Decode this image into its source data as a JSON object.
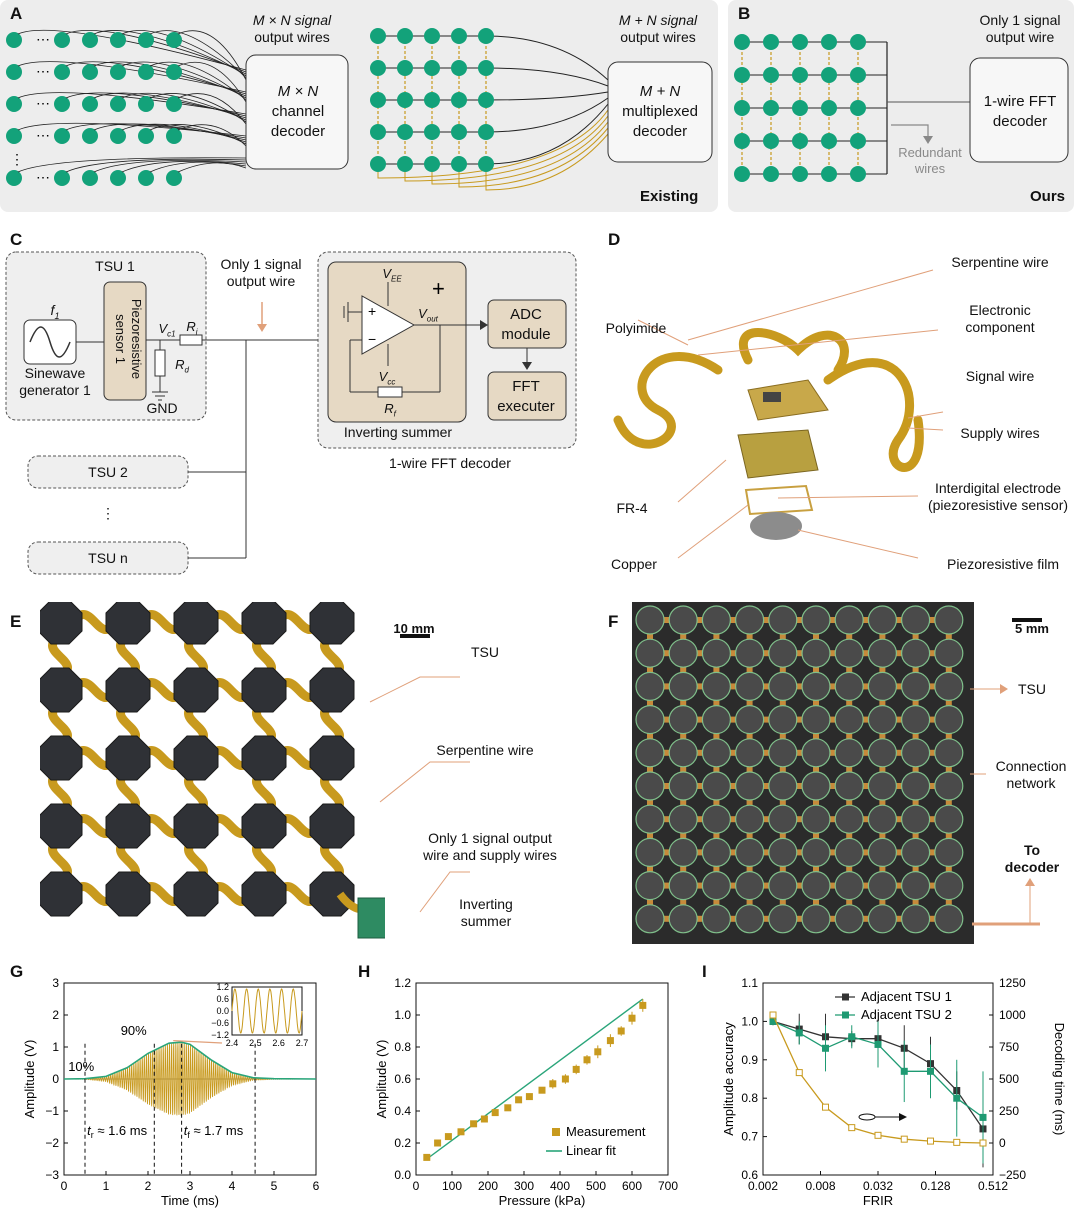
{
  "panels": {
    "A": {
      "letter": "A",
      "grid_label_1": "M × N signal",
      "grid_label_1b": "output wires",
      "box1": [
        "M × N",
        "channel",
        "decoder"
      ],
      "grid_label_2": "M + N signal",
      "grid_label_2b": "output wires",
      "box2": [
        "M + N",
        "multiplexed",
        "decoder"
      ],
      "tag": "Existing"
    },
    "B": {
      "letter": "B",
      "label": "Only 1 signal",
      "label_b": "output wire",
      "box": [
        "1-wire FFT",
        "decoder"
      ],
      "redundant": "Redundant",
      "redundant_b": "wires",
      "tag": "Ours"
    },
    "C": {
      "letter": "C",
      "tsu1": "TSU 1",
      "f1": "f",
      "f1_sub": "1",
      "sine": "Sinewave",
      "sine_b": "generator 1",
      "sensor": "Piezoresistive",
      "sensor_b": "sensor 1",
      "vc1": "V",
      "vc1_sub": "c1",
      "ri": "R",
      "ri_sub": "i",
      "rd": "R",
      "rd_sub": "d",
      "gnd": "GND",
      "only1": "Only 1 signal",
      "only1_b": "output wire",
      "vee": "V",
      "vee_sub": "EE",
      "vout": "V",
      "vout_sub": "out",
      "vcc": "V",
      "vcc_sub": "cc",
      "rf": "R",
      "rf_sub": "f",
      "adc": "ADC",
      "adc_b": "module",
      "fft": "FFT",
      "fft_b": "executer",
      "inv": "Inverting summer",
      "decoder": "1-wire FFT decoder",
      "tsu2": "TSU 2",
      "dots": "⋮",
      "tsun": "TSU n"
    },
    "D": {
      "letter": "D",
      "serp": "Serpentine wire",
      "elec": "Electronic",
      "elec_b": "component",
      "poly": "Polyimide",
      "signal": "Signal wire",
      "supply": "Supply wires",
      "fr4": "FR-4",
      "inter": "Interdigital electrode",
      "inter_b": "(piezoresistive sensor)",
      "copper": "Copper",
      "film": "Piezoresistive film"
    },
    "E": {
      "letter": "E",
      "scale": "10 mm",
      "tsu": "TSU",
      "serp": "Serpentine wire",
      "only1": "Only 1 signal output",
      "only1_b": "wire and supply wires",
      "inv": "Inverting",
      "inv_b": "summer"
    },
    "F": {
      "letter": "F",
      "scale": "5 mm",
      "tsu": "TSU",
      "conn": "Connection",
      "conn_b": "network",
      "to": "To",
      "to_b": "decoder"
    },
    "G": {
      "letter": "G",
      "p10": "10%",
      "p90": "90%",
      "tr": "t",
      "tr_sub": "r",
      "tr_val": " ≈ 1.6 ms",
      "tf": "t",
      "tf_sub": "f",
      "tf_val": " ≈ 1.7 ms"
    },
    "H": {
      "letter": "H"
    },
    "I": {
      "letter": "I"
    }
  },
  "colors": {
    "node": "#13a27a",
    "wire": "#222222",
    "gold": "#c89a1e",
    "panel_bg": "#ededed",
    "box_fill": "#e6d9c4",
    "tan": "#dccbb0",
    "green_line": "#2aa57a",
    "orange": "#e0a07a"
  },
  "chart_data": [
    {
      "id": "G",
      "type": "line",
      "xlabel": "Time (ms)",
      "ylabel": "Amplitude (V)",
      "xlim": [
        0,
        6
      ],
      "ylim": [
        -3,
        3
      ],
      "xticks": [
        "0",
        "1",
        "2",
        "3",
        "4",
        "5",
        "6"
      ],
      "yticks": [
        "−3",
        "−2",
        "−1",
        "0",
        "1",
        "2",
        "3"
      ],
      "envelope": {
        "x": [
          0,
          0.5,
          1,
          1.5,
          2,
          2.5,
          2.8,
          3,
          3.5,
          4,
          4.5,
          5,
          6
        ],
        "y": [
          0,
          0.01,
          0.08,
          0.35,
          0.8,
          1.12,
          1.15,
          1.08,
          0.6,
          0.2,
          0.04,
          0.01,
          0
        ]
      },
      "inset": {
        "xlim": [
          2.4,
          2.7
        ],
        "ylim": [
          -1.2,
          1.2
        ],
        "xticks": [
          "2.4",
          "2.5",
          "2.6",
          "2.7"
        ],
        "yticks": [
          "−1.2",
          "−0.6",
          "0.0",
          "0.6",
          "1.2"
        ],
        "amplitude": 1.1,
        "cycles": 6
      }
    },
    {
      "id": "H",
      "type": "scatter",
      "xlabel": "Pressure (kPa)",
      "ylabel": "Amplitude (V)",
      "xlim": [
        0,
        700
      ],
      "ylim": [
        0,
        1.2
      ],
      "xticks": [
        "0",
        "100",
        "200",
        "300",
        "400",
        "500",
        "600",
        "700"
      ],
      "yticks": [
        "0.0",
        "0.2",
        "0.4",
        "0.6",
        "0.8",
        "1.0",
        "1.2"
      ],
      "series": [
        {
          "name": "Measurement",
          "x": [
            30,
            60,
            90,
            125,
            160,
            190,
            220,
            255,
            285,
            315,
            350,
            380,
            415,
            445,
            475,
            505,
            540,
            570,
            600,
            630
          ],
          "y": [
            0.11,
            0.2,
            0.24,
            0.27,
            0.32,
            0.35,
            0.39,
            0.42,
            0.47,
            0.49,
            0.53,
            0.57,
            0.6,
            0.66,
            0.72,
            0.77,
            0.84,
            0.9,
            0.98,
            1.06
          ],
          "err": [
            0.01,
            0.01,
            0.01,
            0.01,
            0.01,
            0.01,
            0.01,
            0.02,
            0.02,
            0.02,
            0.02,
            0.03,
            0.03,
            0.03,
            0.03,
            0.04,
            0.04,
            0.03,
            0.04,
            0.04
          ]
        },
        {
          "name": "Linear fit",
          "x": [
            30,
            630
          ],
          "y": [
            0.1,
            1.1
          ]
        }
      ]
    },
    {
      "id": "I",
      "type": "line",
      "xlabel": "FRIR",
      "ylabel": "Amplitude accuracy",
      "ylabel2": "Decoding time (ms)",
      "xticks": [
        "0.002",
        "0.008",
        "0.032",
        "0.128",
        "0.512"
      ],
      "ylim": [
        0.6,
        1.1
      ],
      "yticks": [
        "0.6",
        "0.7",
        "0.8",
        "0.9",
        "1.0",
        "1.1"
      ],
      "y2lim": [
        -250,
        1250
      ],
      "y2ticks": [
        "−250",
        "0",
        "250",
        "500",
        "750",
        "1000",
        "1250"
      ],
      "series": [
        {
          "name": "Adjacent TSU 1",
          "x": [
            0.002,
            0.004,
            0.008,
            0.016,
            0.032,
            0.064,
            0.128,
            0.256,
            0.512
          ],
          "y": [
            1.0,
            0.98,
            0.96,
            0.955,
            0.955,
            0.93,
            0.89,
            0.82,
            0.72
          ],
          "err": [
            0.01,
            0.04,
            0.06,
            0.02,
            0.05,
            0.06,
            0.07,
            0.05,
            0.1
          ]
        },
        {
          "name": "Adjacent TSU 2",
          "x": [
            0.002,
            0.004,
            0.008,
            0.016,
            0.032,
            0.064,
            0.128,
            0.256,
            0.512
          ],
          "y": [
            1.0,
            0.97,
            0.93,
            0.96,
            0.94,
            0.87,
            0.87,
            0.8,
            0.75
          ],
          "err": [
            0.01,
            0.03,
            0.06,
            0.03,
            0.06,
            0.08,
            0.07,
            0.1,
            0.12
          ]
        },
        {
          "name": "Decoding time",
          "axis": "right",
          "x": [
            0.002,
            0.004,
            0.008,
            0.016,
            0.032,
            0.064,
            0.128,
            0.256,
            0.512
          ],
          "y": [
            1000,
            550,
            280,
            120,
            60,
            30,
            15,
            5,
            0
          ]
        }
      ]
    }
  ]
}
